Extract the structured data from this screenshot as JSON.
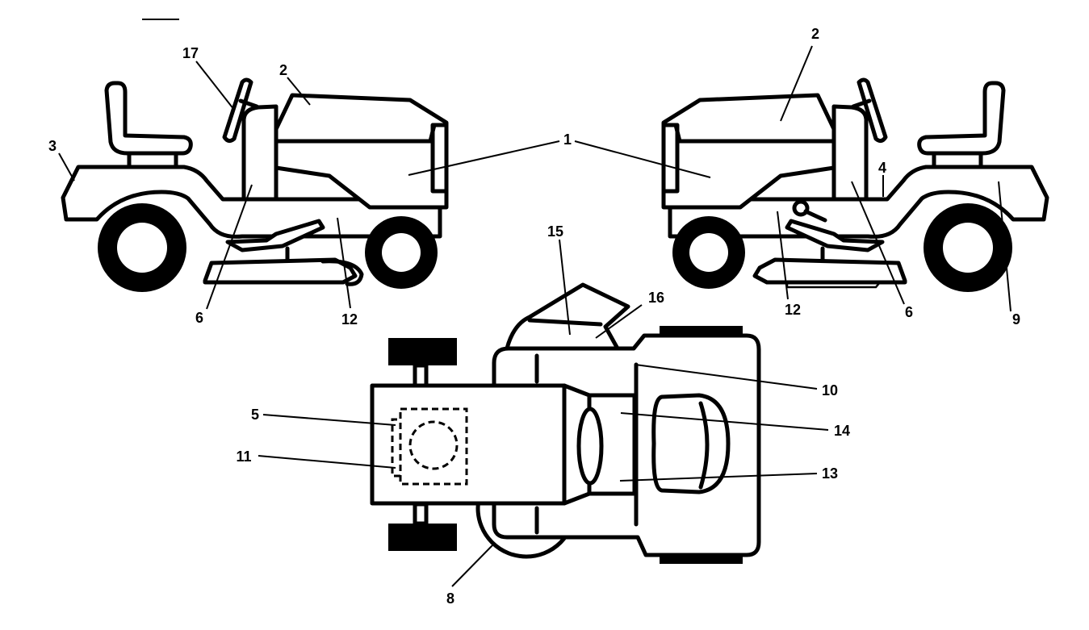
{
  "diagram": {
    "callouts": [
      "1",
      "2",
      "2",
      "3",
      "4",
      "5",
      "6",
      "6",
      "8",
      "9",
      "10",
      "11",
      "12",
      "12",
      "13",
      "14",
      "15",
      "16",
      "17"
    ]
  }
}
